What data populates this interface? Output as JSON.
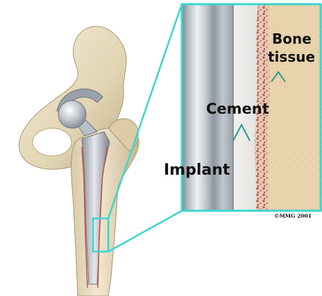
{
  "labels": {
    "bone_line1": "Bone",
    "bone_line2": "tissue",
    "cement": "Cement",
    "implant": "Implant",
    "copyright": "©MMG 2001"
  },
  "colors": {
    "callout_border": "#3ad6d0",
    "bone": "#e6d7b4",
    "bone_tissue": "#e8d0a6",
    "cement": "#ecebe8",
    "implant_metal": "#a9aeb6",
    "cancellous_dots": "#b56a5a"
  }
}
